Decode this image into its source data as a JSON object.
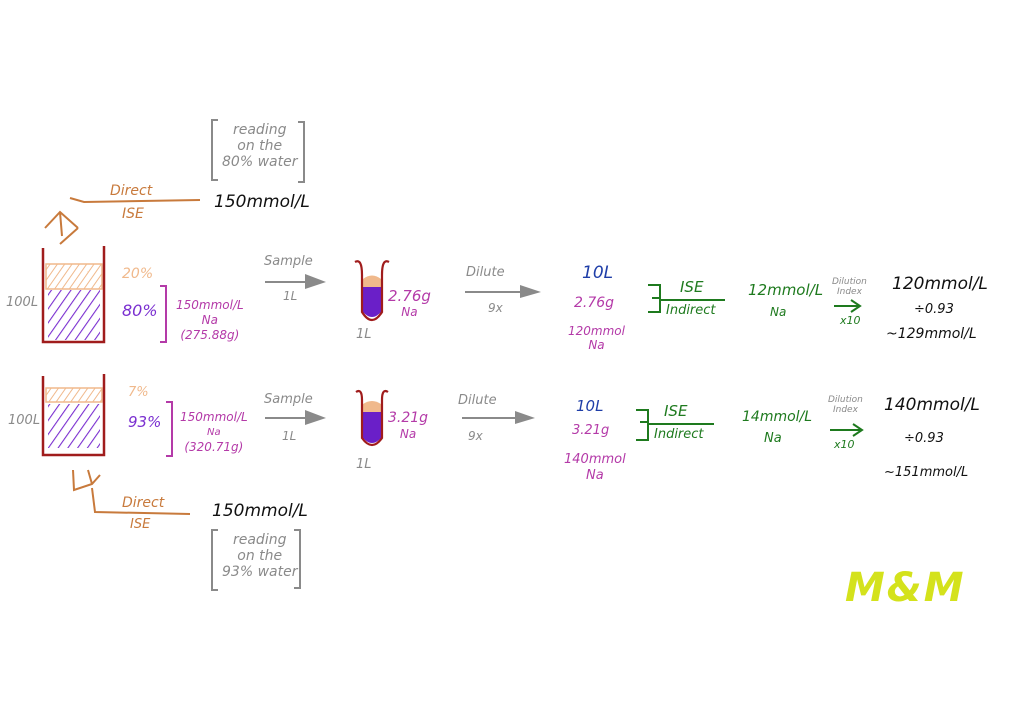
{
  "colors": {
    "container": "#a01c1c",
    "plasma_water": "#7a2fd0",
    "solids": "#f0b98c",
    "direct_ise": "#c87a3c",
    "annotation": "#8a8a8a",
    "sodium": "#b43aa8",
    "volume": "#1f3ea8",
    "indirect_ise": "#1e7a1e",
    "logo": "#d4e21c"
  },
  "rows": [
    {
      "volume": "100L",
      "solids_pct": "20%",
      "water_pct": "80%",
      "na_conc": "150mmol/L",
      "na_label": "Na",
      "na_mass_total": "(275.88g)",
      "direct_ise": {
        "top": "Direct",
        "bottom": "ISE",
        "reading": "150mmol/L",
        "note": [
          "reading",
          "on the",
          "80% water"
        ]
      },
      "sample": {
        "label": "Sample",
        "amount": "1L"
      },
      "tube": {
        "volume": "1L",
        "na_mass": "2.76g",
        "na_label": "Na"
      },
      "dilute": {
        "label": "Dilute",
        "factor": "9x"
      },
      "diluted": {
        "volume": "10L",
        "na_mass": "2.76g",
        "na_mmol": "120mmol",
        "na_label": "Na"
      },
      "indirect_ise": {
        "top": "ISE",
        "bottom": "Indirect"
      },
      "measured": {
        "value": "12mmol/L",
        "label": "Na"
      },
      "dilution_index": {
        "label_1": "Dilution",
        "label_2": "Index",
        "factor": "x10"
      },
      "result": {
        "value": "120mmol/L",
        "correction": "÷0.93",
        "approx": "~129mmol/L"
      }
    },
    {
      "volume": "100L",
      "solids_pct": "7%",
      "water_pct": "93%",
      "na_conc": "150mmol/L",
      "na_label": "Na",
      "na_mass_total": "(320.71g)",
      "direct_ise": {
        "top": "Direct",
        "bottom": "ISE",
        "reading": "150mmol/L",
        "note": [
          "reading",
          "on the",
          "93% water"
        ]
      },
      "sample": {
        "label": "Sample",
        "amount": "1L"
      },
      "tube": {
        "volume": "1L",
        "na_mass": "3.21g",
        "na_label": "Na"
      },
      "dilute": {
        "label": "Dilute",
        "factor": "9x"
      },
      "diluted": {
        "volume": "10L",
        "na_mass": "3.21g",
        "na_mmol": "140mmol",
        "na_label": "Na"
      },
      "indirect_ise": {
        "top": "ISE",
        "bottom": "Indirect"
      },
      "measured": {
        "value": "14mmol/L",
        "label": "Na"
      },
      "dilution_index": {
        "label_1": "Dilution",
        "label_2": "Index",
        "factor": "x10"
      },
      "result": {
        "value": "140mmol/L",
        "correction": "÷0.93",
        "approx": "~151mmol/L"
      }
    }
  ],
  "logo": "M&M"
}
